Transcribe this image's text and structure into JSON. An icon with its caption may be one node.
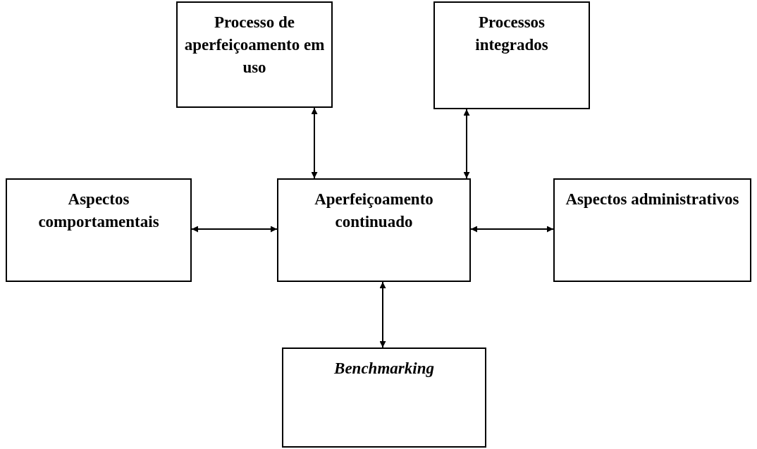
{
  "diagram": {
    "nodes": [
      {
        "text": [
          "Processo de aperfeiçoamento em uso"
        ]
      },
      {
        "text": [
          "Processos integrados"
        ]
      },
      {
        "text": [
          "Aspectos comportamentais"
        ]
      },
      {
        "text": [
          "Aperfeiçoamento continuado"
        ]
      },
      {
        "text": [
          "Aspectos administrativos"
        ]
      },
      {
        "text": [
          "Benchmarking"
        ]
      }
    ],
    "edges": [
      {
        "from": 0,
        "to": 3,
        "arrow": "both"
      },
      {
        "from": 1,
        "to": 3,
        "arrow": "both"
      },
      {
        "from": 2,
        "to": 3,
        "arrow": "both"
      },
      {
        "from": 3,
        "to": 4,
        "arrow": "both"
      },
      {
        "from": 3,
        "to": 5,
        "arrow": "both"
      }
    ]
  }
}
